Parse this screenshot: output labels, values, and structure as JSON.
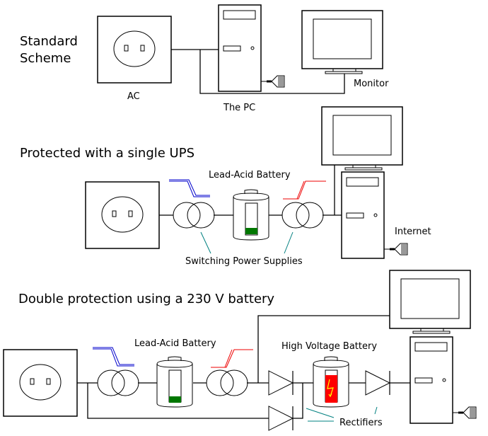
{
  "sections": [
    {
      "title_lines": [
        "Standard",
        "Scheme"
      ],
      "labels": {
        "ac": "AC",
        "pc": "The PC",
        "monitor": "Monitor"
      }
    },
    {
      "title": "Protected with a single UPS",
      "labels": {
        "battery": "Lead-Acid Battery",
        "power_supplies": "Switching Power Supplies",
        "internet": "Internet"
      },
      "battery_charge_fraction": 0.2
    },
    {
      "title": "Double protection using a 230 V battery",
      "labels": {
        "battery": "Lead-Acid Battery",
        "hv_battery": "High Voltage Battery",
        "rectifiers": "Rectifiers"
      },
      "battery_charge_fraction": 0.2,
      "hv_battery_charge_fraction": 1.0
    }
  ],
  "colors": {
    "input_supply": "#0000cc",
    "output_supply": "#ee0000",
    "battery_charge": "#007700",
    "hv_charge": "#ff0000",
    "lightning": "#ffff00",
    "leader_line": "#008080"
  }
}
